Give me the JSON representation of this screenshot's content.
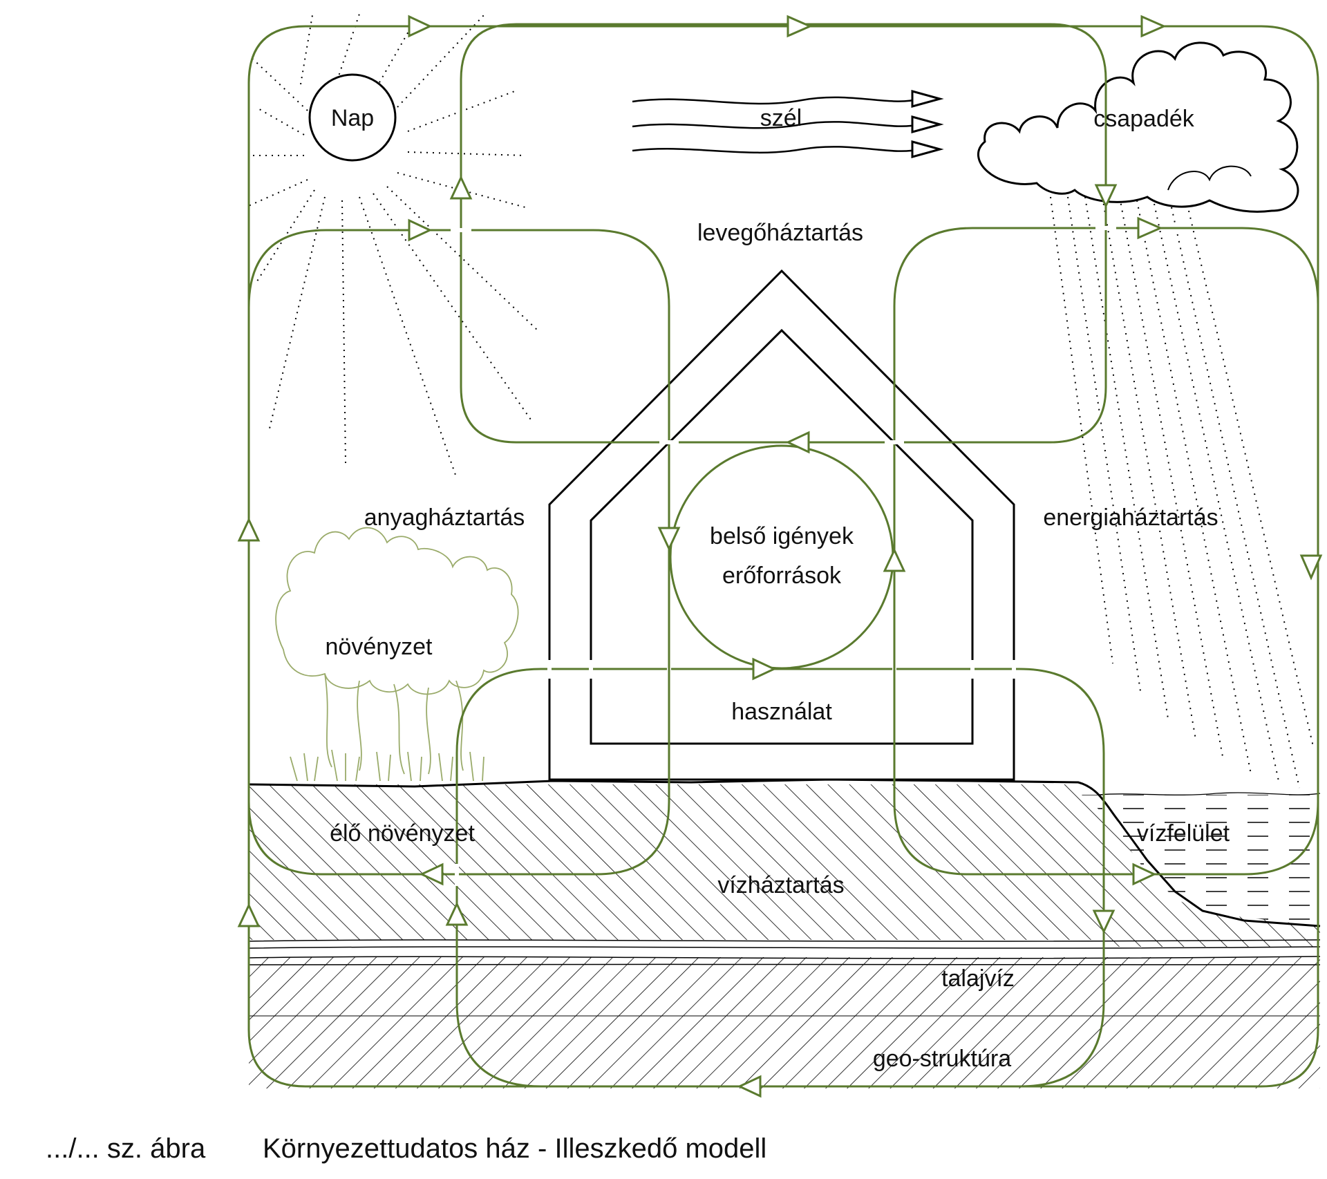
{
  "diagram": {
    "labels": {
      "sun": "Nap",
      "wind": "szél",
      "precipitation": "csapadék",
      "air_budget": "levegőháztartás",
      "material_budget": "anyagháztartás",
      "energy_budget": "energiaháztartás",
      "inner_needs_line1": "belső igények",
      "inner_needs_line2": "erőforrások",
      "vegetation": "növényzet",
      "usage": "használat",
      "living_vegetation": "élő növényzet",
      "water_surface": "vízfelület",
      "water_budget": "vízháztartás",
      "groundwater": "talajvíz",
      "geo_structure": "geo-struktúra"
    }
  },
  "caption": {
    "number": ".../... sz. ábra",
    "title": "Környezettudatos ház - Illeszkedő modell"
  },
  "colors": {
    "flow_lines": "#5a7a2e",
    "vegetation_outline": "#9aab6a",
    "ink": "#000000"
  }
}
